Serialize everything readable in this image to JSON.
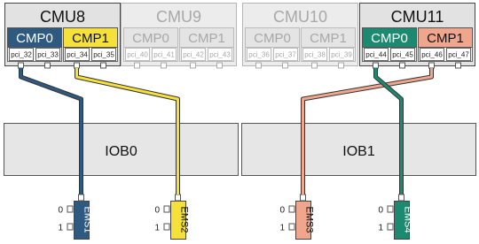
{
  "colors": {
    "blue": "#2e5a82",
    "yellow": "#f5e13a",
    "teal": "#1b8a70",
    "salmon": "#f0a58d",
    "inactive_box": "#ececec",
    "inactive_text": "#a8a8a8",
    "active_box": "#e2e2e2",
    "iob_fill": "#e6e6e6",
    "stroke": "#555555"
  },
  "cmus": [
    {
      "label": "CMU8",
      "active": true,
      "cmps": [
        {
          "label": "CMP0",
          "color": "blue",
          "pci": [
            "pci_32",
            "pci_33"
          ]
        },
        {
          "label": "CMP1",
          "color": "yellow",
          "pci": [
            "pci_34",
            "pci_35"
          ]
        }
      ]
    },
    {
      "label": "CMU9",
      "active": false,
      "cmps": [
        {
          "label": "CMP0",
          "color": null,
          "pci": [
            "pci_40",
            "pci_41"
          ]
        },
        {
          "label": "CMP1",
          "color": null,
          "pci": [
            "pci_42",
            "pci_43"
          ]
        }
      ]
    },
    {
      "label": "CMU10",
      "active": false,
      "cmps": [
        {
          "label": "CMP0",
          "color": null,
          "pci": [
            "pci_36",
            "pci_37"
          ]
        },
        {
          "label": "CMP1",
          "color": null,
          "pci": [
            "pci_38",
            "pci_39"
          ]
        }
      ]
    },
    {
      "label": "CMU11",
      "active": true,
      "cmps": [
        {
          "label": "CMP0",
          "color": "teal",
          "pci": [
            "pci_44",
            "pci_45"
          ]
        },
        {
          "label": "CMP1",
          "color": "salmon",
          "pci": [
            "pci_46",
            "pci_47"
          ]
        }
      ]
    }
  ],
  "iobs": [
    {
      "label": "IOB0"
    },
    {
      "label": "IOB1"
    }
  ],
  "emss": [
    {
      "label": "EMS1",
      "color": "blue",
      "ports": [
        "0",
        "1"
      ]
    },
    {
      "label": "EMS2",
      "color": "yellow",
      "ports": [
        "0",
        "1"
      ]
    },
    {
      "label": "EMS3",
      "color": "salmon",
      "ports": [
        "0",
        "1"
      ]
    },
    {
      "label": "EMS4",
      "color": "teal",
      "ports": [
        "0",
        "1"
      ]
    }
  ],
  "cables": [
    {
      "from": "pci_32",
      "to": "EMS1",
      "color": "blue"
    },
    {
      "from": "pci_34",
      "to": "EMS2",
      "color": "yellow"
    },
    {
      "from": "pci_46",
      "to": "EMS3",
      "color": "salmon"
    },
    {
      "from": "pci_44",
      "to": "EMS4",
      "color": "teal"
    }
  ]
}
